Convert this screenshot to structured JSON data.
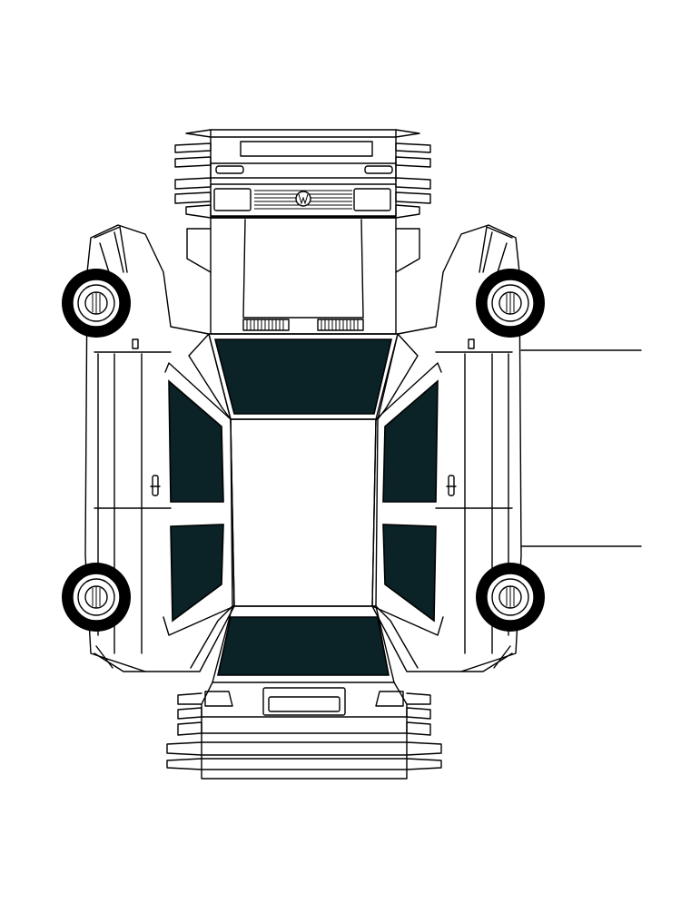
{
  "diagram": {
    "type": "vehicle-inspection-layout",
    "views": [
      "front",
      "hood",
      "windshield",
      "roof",
      "rear-window",
      "rear",
      "left-side",
      "right-side"
    ],
    "colors": {
      "glass": "#0b2226",
      "outline": "#000000",
      "background": "#ffffff"
    },
    "icons": [
      "brand-logo-icon",
      "door-handle-icon",
      "wheel-icon"
    ]
  }
}
